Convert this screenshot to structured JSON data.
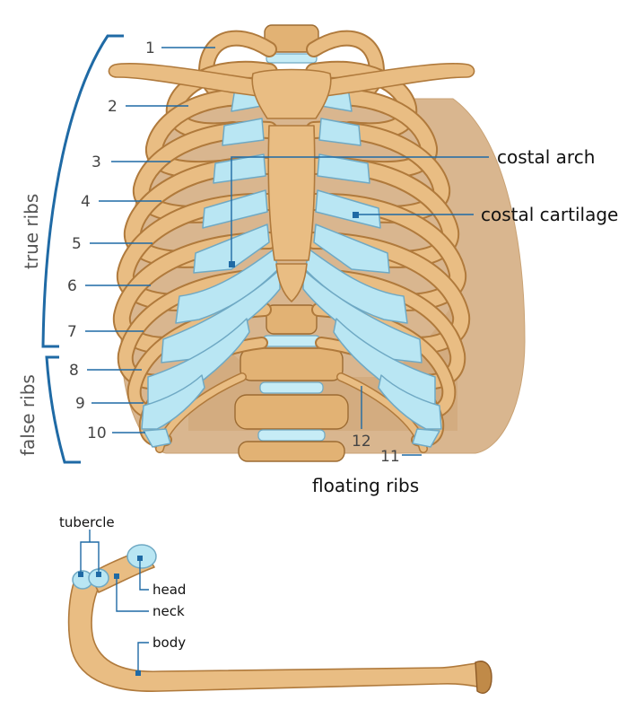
{
  "rib_numbers": [
    "1",
    "2",
    "3",
    "4",
    "5",
    "6",
    "7",
    "8",
    "9",
    "10",
    "11",
    "12"
  ],
  "labels": {
    "costal_arch": "costal arch",
    "costal_cartilage": "costal cartilage",
    "floating_ribs": "floating ribs",
    "true_ribs": "true ribs",
    "false_ribs": "false ribs"
  },
  "single_rib": {
    "tubercle": "tubercle",
    "head": "head",
    "neck": "neck",
    "body": "body"
  },
  "colors": {
    "bone": "#e9bd83",
    "bone_outline": "#b07a3c",
    "cartilage": "#b9e6f3",
    "leader": "#1f6aa5"
  }
}
